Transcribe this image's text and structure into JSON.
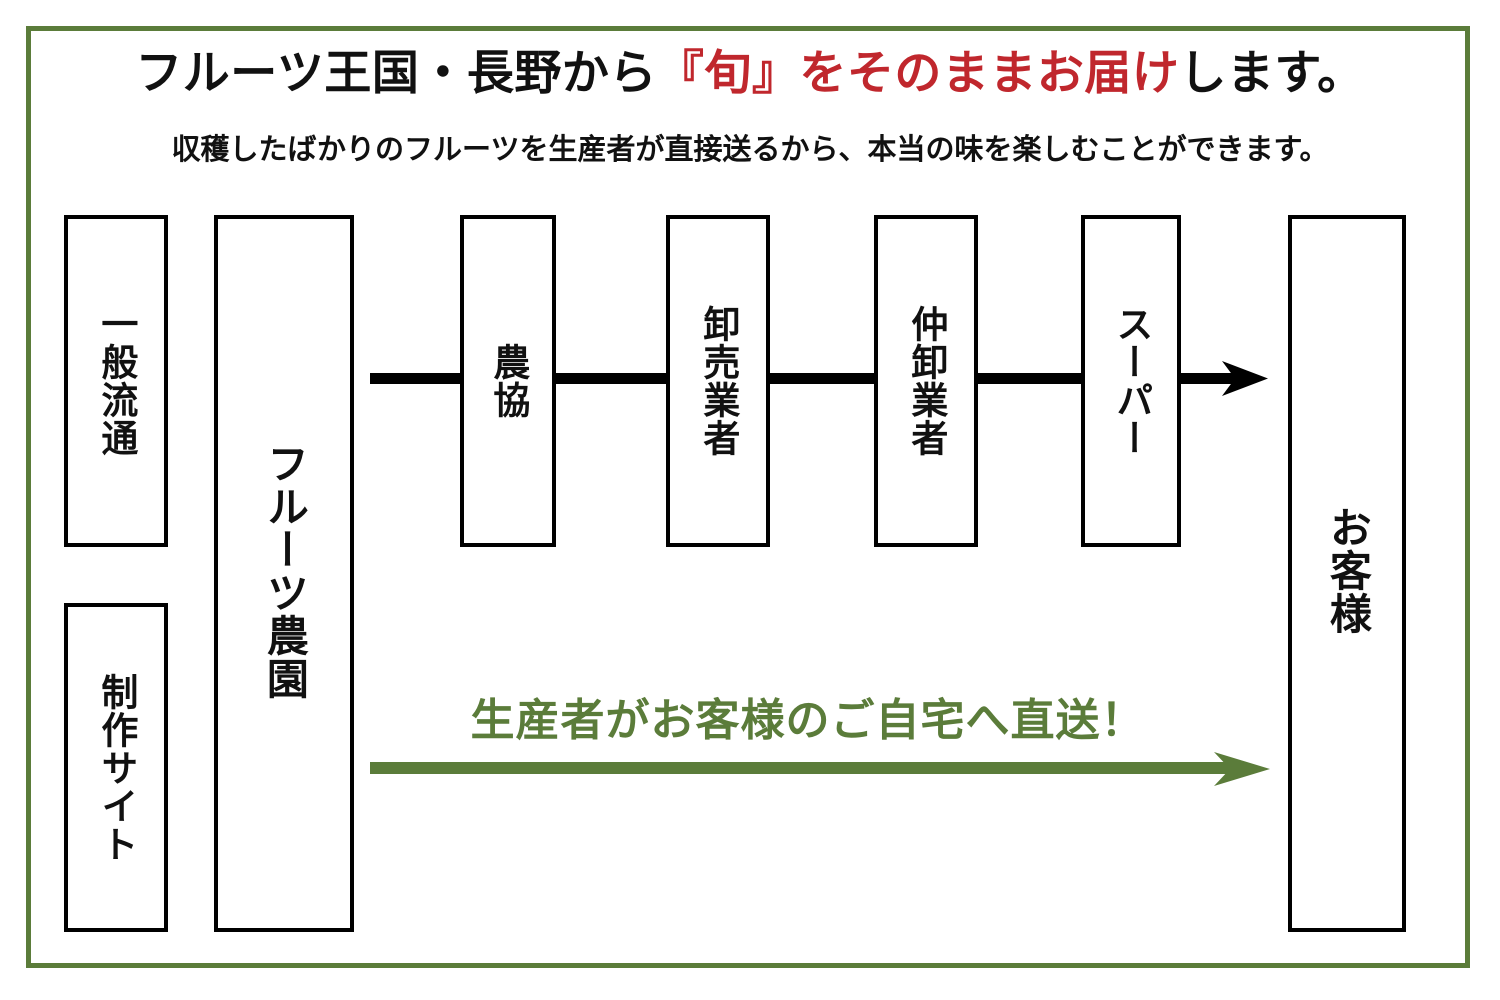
{
  "page": {
    "background_color": "#ffffff",
    "frame_color": "#5b7c3a",
    "accent_red": "#c0272d",
    "line_black": "#000000"
  },
  "header": {
    "headline_part1": "フルーツ王国・長野から",
    "headline_accent": "『旬』をそのままお届け",
    "headline_part2": "します。",
    "subhead": "収穫したばかりのフルーツを生産者が直接送るから、本当の味を楽しむことができます。"
  },
  "diagram": {
    "legend": {
      "conventional": "一般流通",
      "direct_site": "制作サイト"
    },
    "nodes": {
      "farm": "フルーツ農園",
      "nokyo": "農協",
      "wholesaler": "卸売業者",
      "intermediate_wholesaler": "仲卸業者",
      "supermarket": "スーパー",
      "customer": "お客様"
    },
    "direct_caption": "生産者がお客様のご自宅へ直送！",
    "conventional_flow": [
      "フルーツ農園",
      "農協",
      "卸売業者",
      "仲卸業者",
      "スーパー",
      "お客様"
    ],
    "direct_flow": [
      "フルーツ農園",
      "お客様"
    ]
  }
}
